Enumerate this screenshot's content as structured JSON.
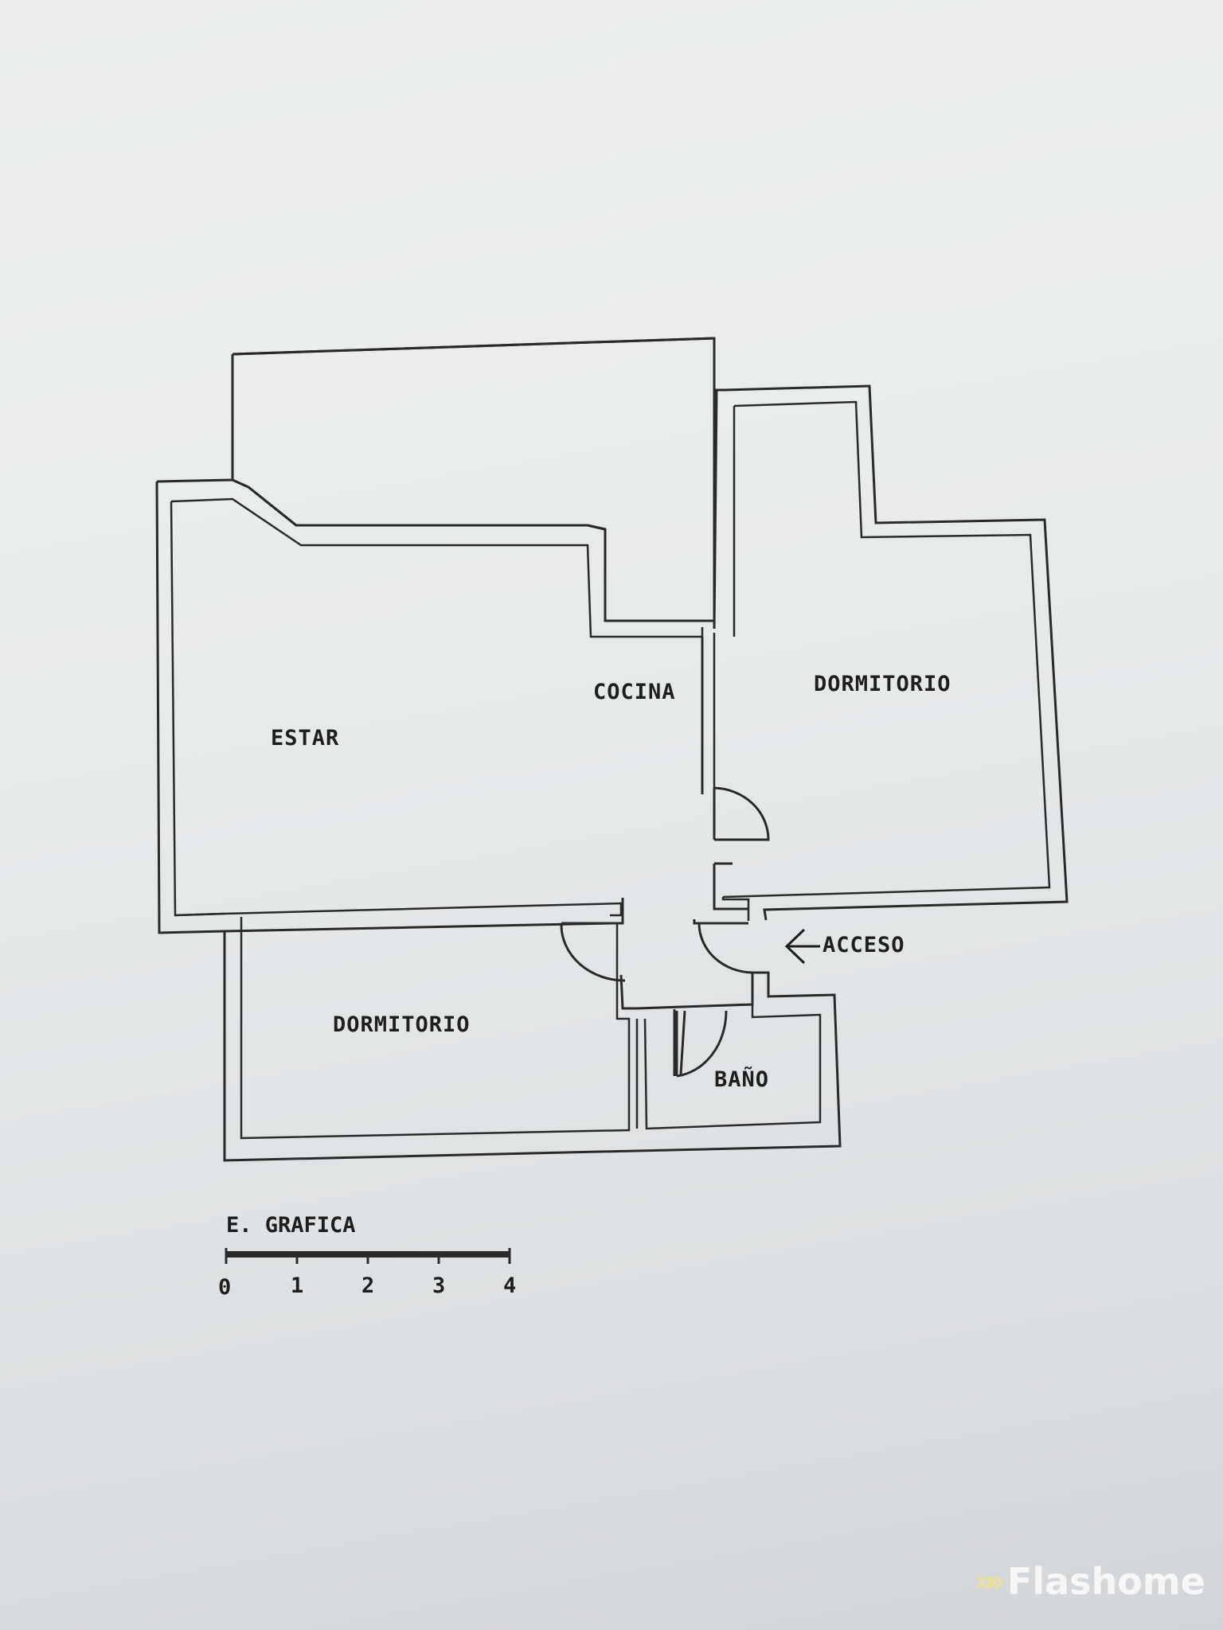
{
  "rooms": {
    "estar": "ESTAR",
    "cocina": "COCINA",
    "dormitorio_1": "DORMITORIO",
    "dormitorio_2": "DORMITORIO",
    "bano": "BAÑO"
  },
  "access_label": "ACCESO",
  "scale": {
    "title": "E. GRAFICA",
    "ticks": [
      "0",
      "1",
      "2",
      "3",
      "4"
    ]
  },
  "watermark": {
    "text": "Flashome",
    "icon": "double-chevron-logo"
  }
}
